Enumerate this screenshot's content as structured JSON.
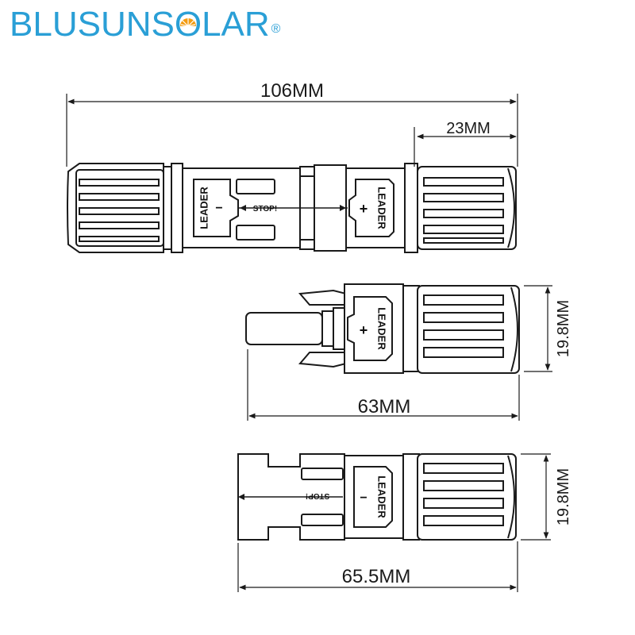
{
  "logo": {
    "part1": "BLUSUNS",
    "part_o": "O",
    "part2": "LAR",
    "registered": "®",
    "color": "#2a9fd6",
    "accent": "#f39c12"
  },
  "connector_labels": {
    "brand": "LEADER",
    "minus": "−",
    "plus": "+",
    "stop": "STOP!"
  },
  "dimensions": {
    "total_length": "106MM",
    "nut_length": "23MM",
    "male_length": "63MM",
    "male_diameter": "19.8MM",
    "female_length": "65.5MM",
    "female_diameter": "19.8MM"
  },
  "colors": {
    "line": "#1a1a1a",
    "fill": "#ffffff",
    "shade": "#e8e8e8"
  }
}
